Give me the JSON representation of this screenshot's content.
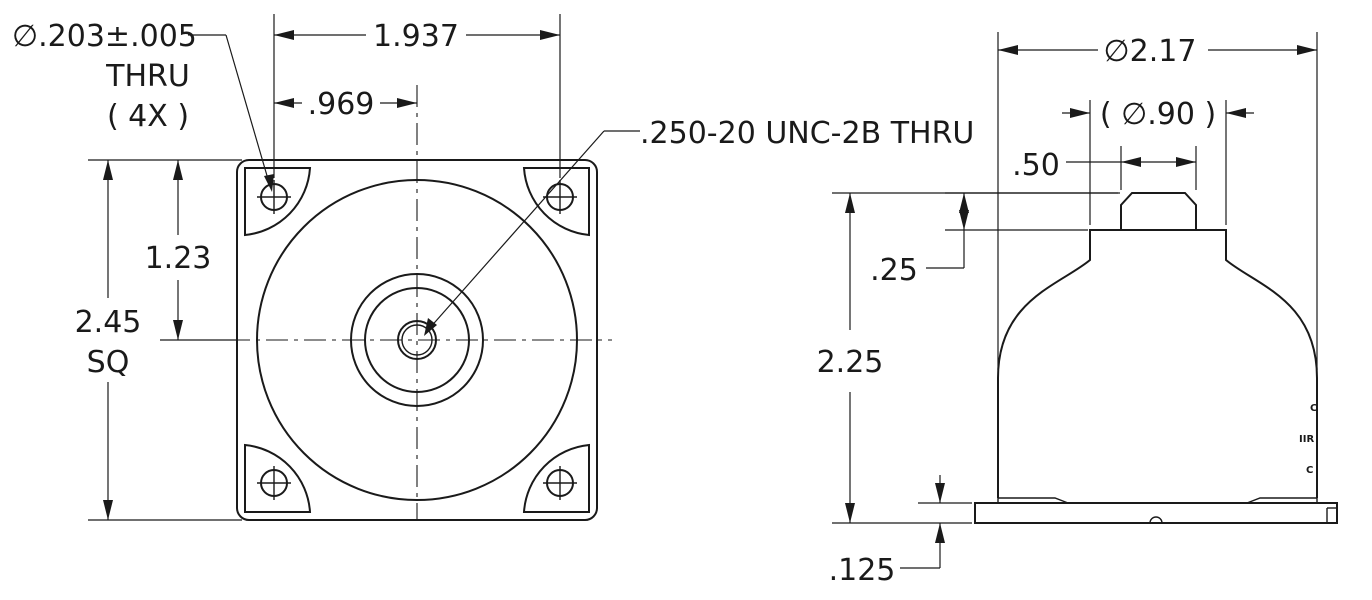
{
  "front_view": {
    "hole_callout": {
      "diameter": "∅.203±.005",
      "thru": "THRU",
      "qty": "( 4X )"
    },
    "hole_spacing": "1.937",
    "hole_offset": ".969",
    "center_thread": ".250-20 UNC-2B THRU",
    "half_height": "1.23",
    "size": "2.45",
    "size_suffix": "SQ"
  },
  "side_view": {
    "body_diameter": "∅2.17",
    "stud_diameter": "( ∅.90 )",
    "stud_width": ".50",
    "stud_height": ".25",
    "overall_height": "2.25",
    "base_thickness": ".125",
    "mark_line1": "C",
    "mark_line2": "IIR",
    "mark_line3": "C"
  }
}
